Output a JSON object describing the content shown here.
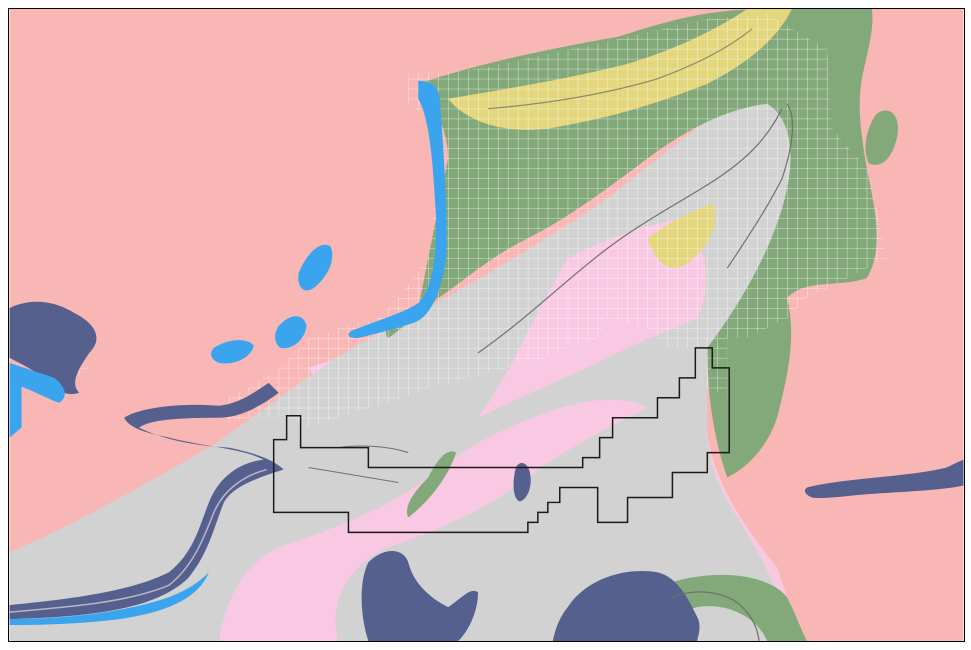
{
  "map": {
    "colors": {
      "background_unit": "#f8b6b4",
      "pink_unit": "#f9c9e3",
      "gray_unit": "#d2d2d2",
      "green_unit": "#83a97a",
      "yellow_unit": "#e3d67c",
      "water_dark": "#55608e",
      "water_light": "#3aa4ef",
      "grid_overlay": "#ffffff",
      "claim_outline": "#1a1a1a",
      "frame_border": "#000000"
    },
    "layers": [
      "base-unit",
      "pink-unit",
      "gray-unit",
      "green-unit",
      "yellow-unit",
      "lakes",
      "rivers",
      "claim-grid",
      "study-area-outline"
    ]
  }
}
